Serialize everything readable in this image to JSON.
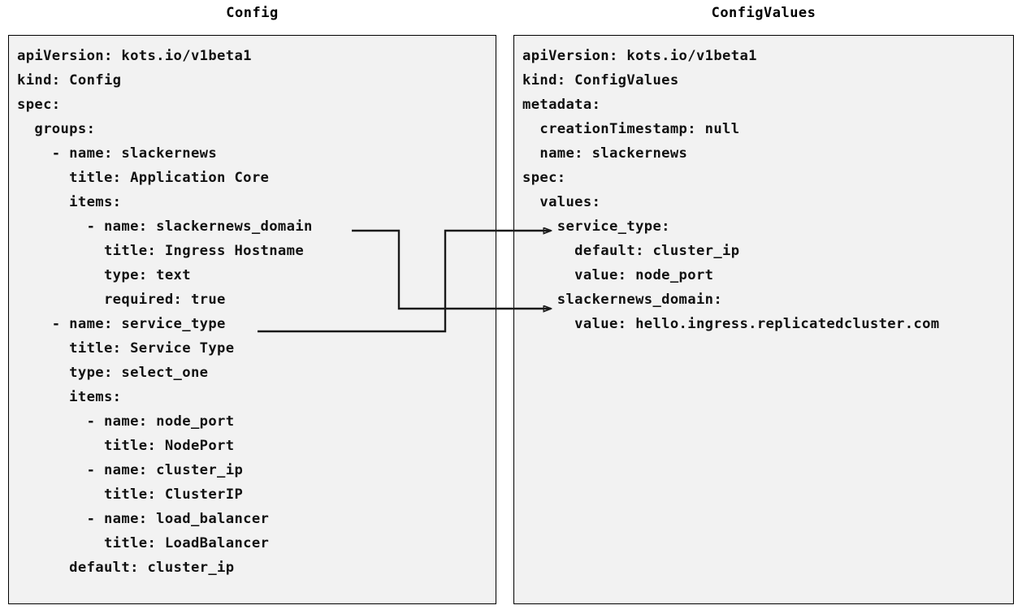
{
  "panels": {
    "left": {
      "title": "Config",
      "lines": [
        "apiVersion: kots.io/v1beta1",
        "kind: Config",
        "spec:",
        "  groups:",
        "    - name: slackernews",
        "      title: Application Core",
        "      items:",
        "        - name: slackernews_domain",
        "          title: Ingress Hostname",
        "          type: text",
        "          required: true",
        "    - name: service_type",
        "      title: Service Type",
        "      type: select_one",
        "      items:",
        "        - name: node_port",
        "          title: NodePort",
        "        - name: cluster_ip",
        "          title: ClusterIP",
        "        - name: load_balancer",
        "          title: LoadBalancer",
        "      default: cluster_ip"
      ]
    },
    "right": {
      "title": "ConfigValues",
      "lines": [
        "apiVersion: kots.io/v1beta1",
        "kind: ConfigValues",
        "metadata:",
        "  creationTimestamp: null",
        "  name: slackernews",
        "spec:",
        "  values:",
        "    service_type:",
        "      default: cluster_ip",
        "      value: node_port",
        "    slackernews_domain:",
        "      value: hello.ingress.replicatedcluster.com"
      ]
    }
  },
  "connectors": [
    {
      "name": "slackernews-domain-to-slackernews-domain",
      "from_label": "slackernews_domain",
      "to_label": "slackernews_domain",
      "stroke": "#1a1a1a"
    },
    {
      "name": "service-type-to-service-type",
      "from_label": "service_type",
      "to_label": "service_type",
      "stroke": "#1a1a1a"
    }
  ],
  "colors": {
    "page_background": "#ffffff",
    "panel_background": "#f2f2f2",
    "panel_border": "#000000",
    "text": "#111111",
    "connector": "#1a1a1a"
  }
}
